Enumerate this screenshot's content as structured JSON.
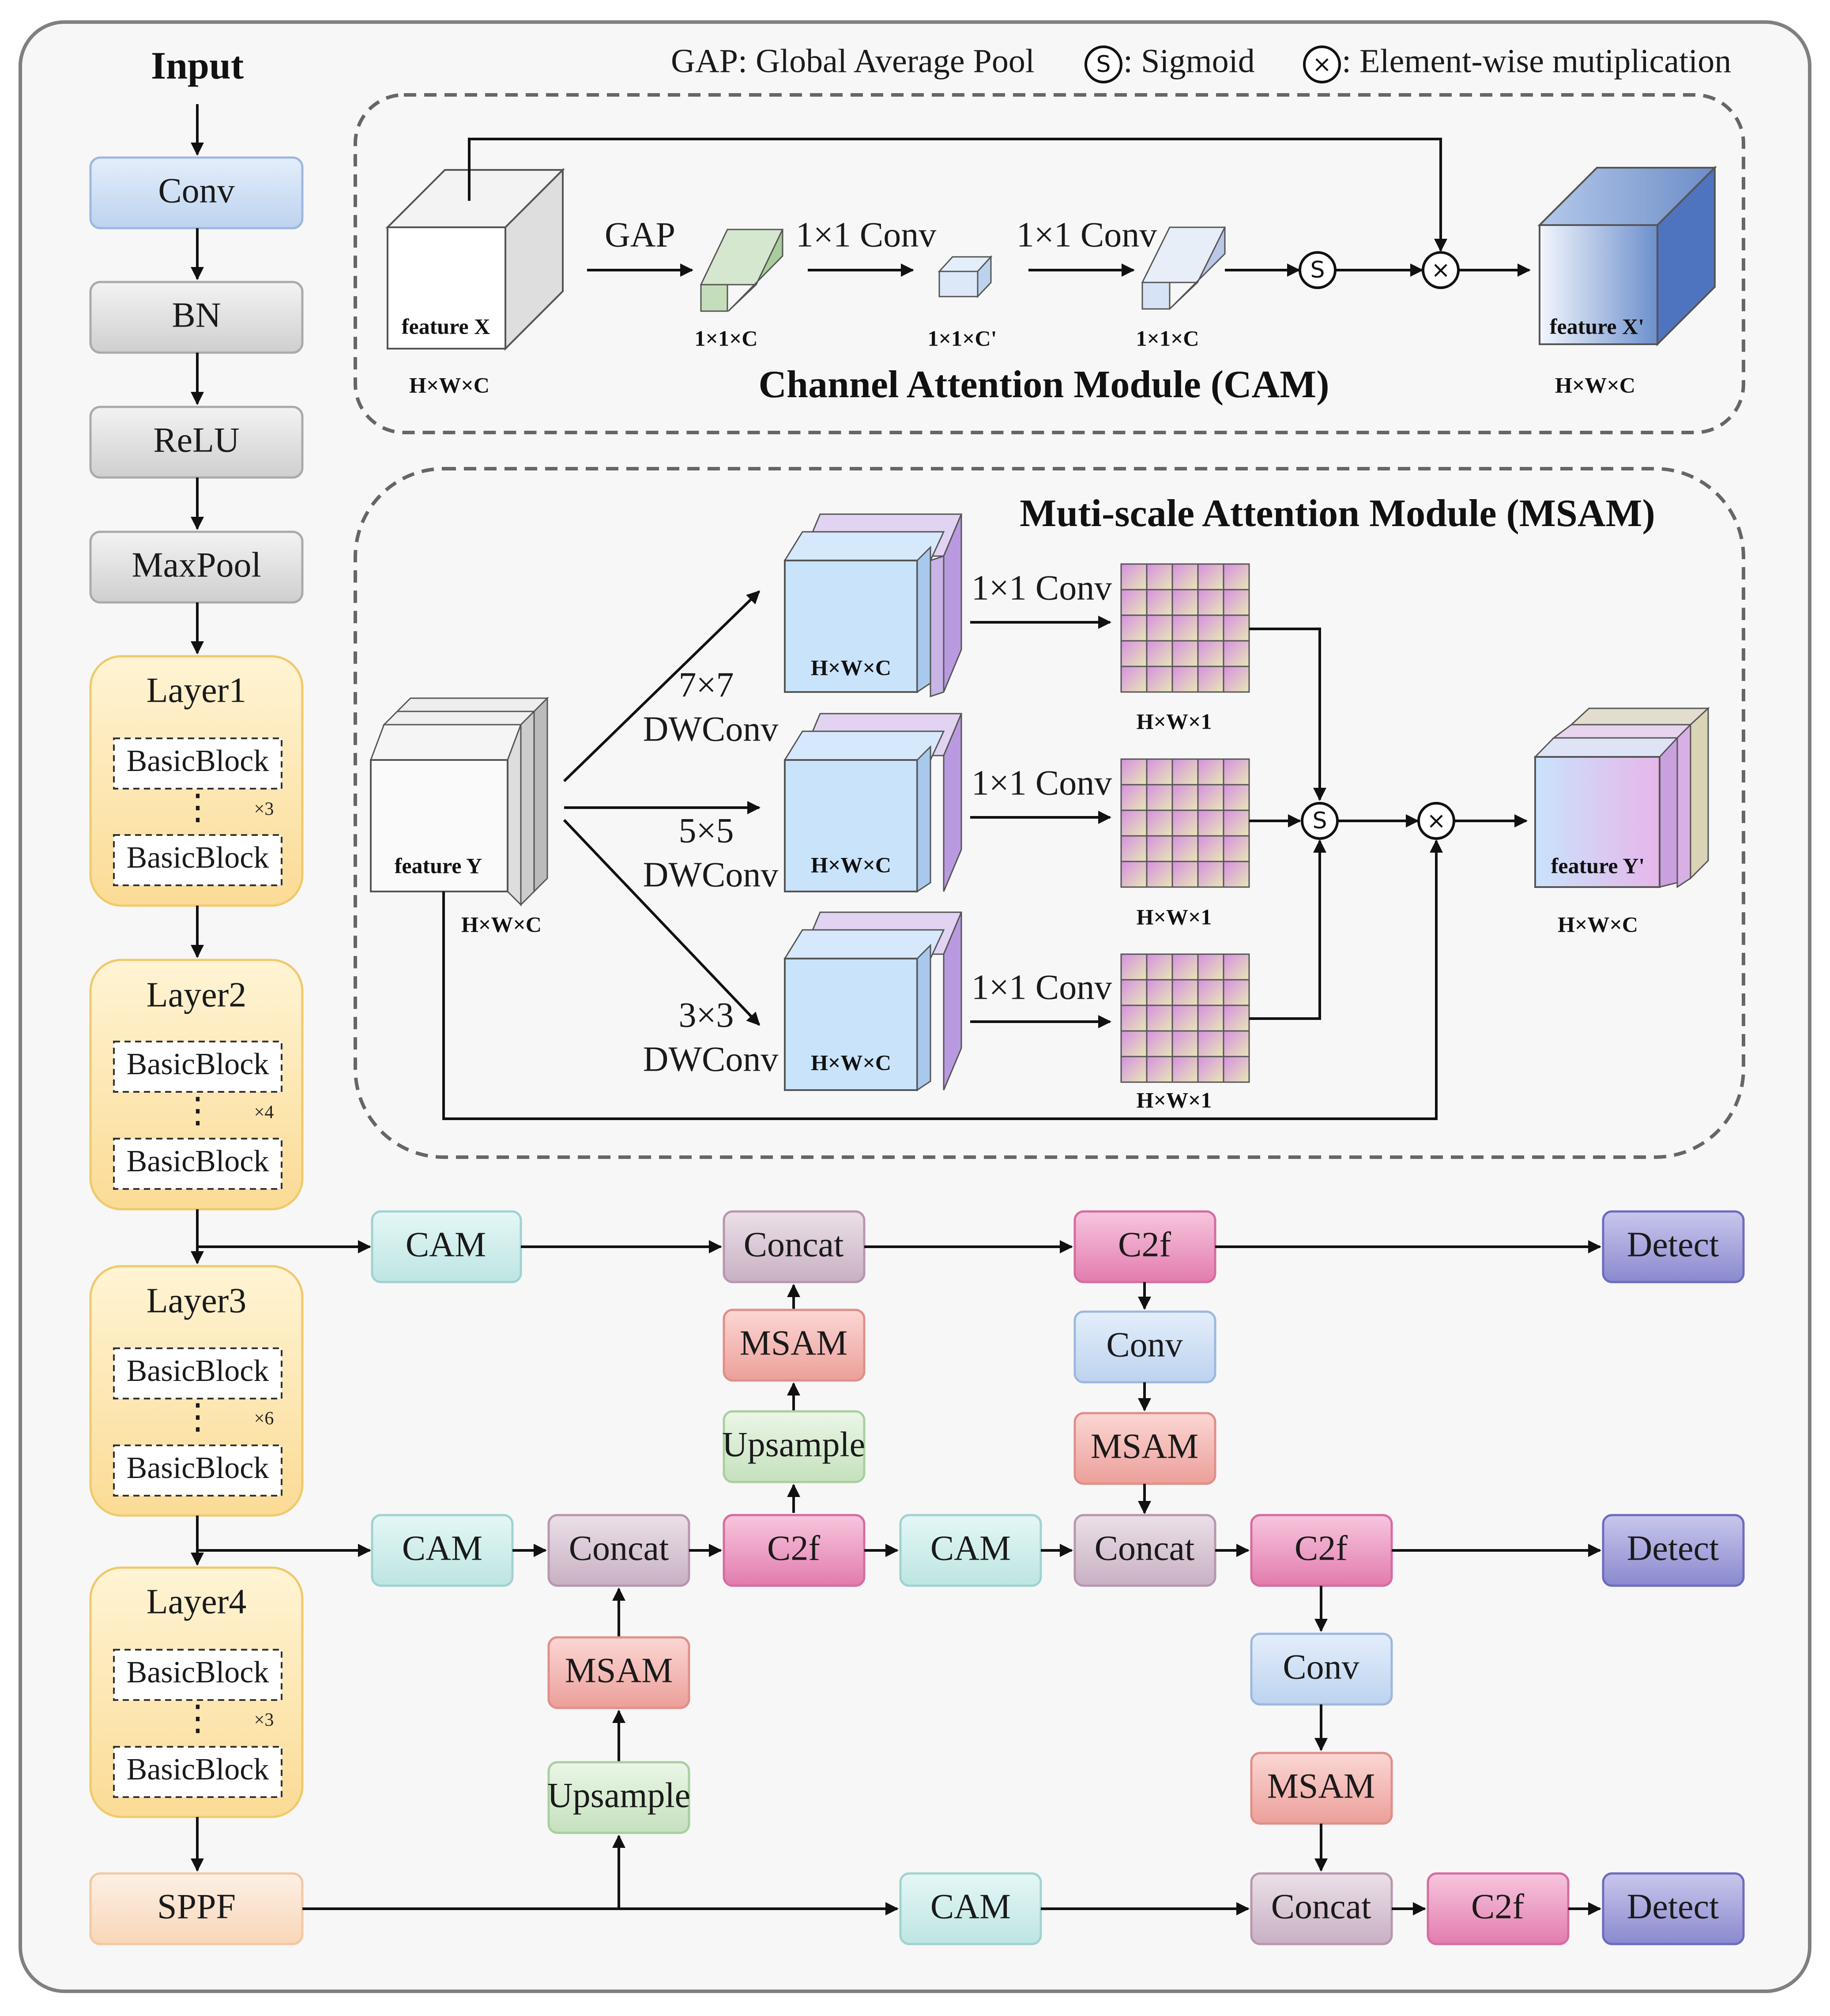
{
  "legend": {
    "gap": "GAP: Global Average Pool",
    "sigmoid_symbol": "S",
    "sigmoid": ": Sigmoid",
    "mult_symbol": "×",
    "mult": ": Element-wise mutiplication"
  },
  "backbone": {
    "input": "Input",
    "conv": "Conv",
    "bn": "BN",
    "relu": "ReLU",
    "maxpool": "MaxPool",
    "layers": [
      {
        "title": "Layer1",
        "block": "BasicBlock",
        "repeat": "×3"
      },
      {
        "title": "Layer2",
        "block": "BasicBlock",
        "repeat": "×4"
      },
      {
        "title": "Layer3",
        "block": "BasicBlock",
        "repeat": "×6"
      },
      {
        "title": "Layer4",
        "block": "BasicBlock",
        "repeat": "×3"
      }
    ],
    "sppf": "SPPF"
  },
  "cam": {
    "title": "Channel Attention Module (CAM)",
    "feature_in": "feature X",
    "feature_out": "feature X'",
    "dim_in": "H×W×C",
    "dim_out": "H×W×C",
    "gap": "GAP",
    "conv1": "1×1 Conv",
    "conv2": "1×1 Conv",
    "dim_a": "1×1×C",
    "dim_b": "1×1×C'",
    "dim_c": "1×1×C"
  },
  "msam": {
    "title": "Muti-scale Attention Module (MSAM)",
    "feature_in": "feature Y",
    "feature_out": "feature Y'",
    "dim_in": "H×W×C",
    "dim_out": "H×W×C",
    "branches": [
      {
        "kernel": "7×7",
        "op": "DWConv",
        "dim": "H×W×C",
        "conv": "1×1 Conv",
        "map_dim": "H×W×1"
      },
      {
        "kernel": "5×5",
        "op": "DWConv",
        "dim": "H×W×C",
        "conv": "1×1 Conv",
        "map_dim": "H×W×1"
      },
      {
        "kernel": "3×3",
        "op": "DWConv",
        "dim": "H×W×C",
        "conv": "1×1 Conv",
        "map_dim": "H×W×1"
      }
    ]
  },
  "neck": {
    "cam": "CAM",
    "concat": "Concat",
    "c2f": "C2f",
    "msam": "MSAM",
    "upsample": "Upsample",
    "conv": "Conv",
    "detect": "Detect"
  },
  "colors": {
    "conv": "#d3e4f7",
    "gray": "#e0e0e0",
    "layer": "#fde9b6",
    "sppf": "#fbe0c8",
    "cam": "#cdeeed",
    "concat": "#dccbd8",
    "c2f": "#ef9cc4",
    "msam": "#f4b8b4",
    "upsample": "#d7ebd1",
    "detect": "#a7a6dc"
  }
}
